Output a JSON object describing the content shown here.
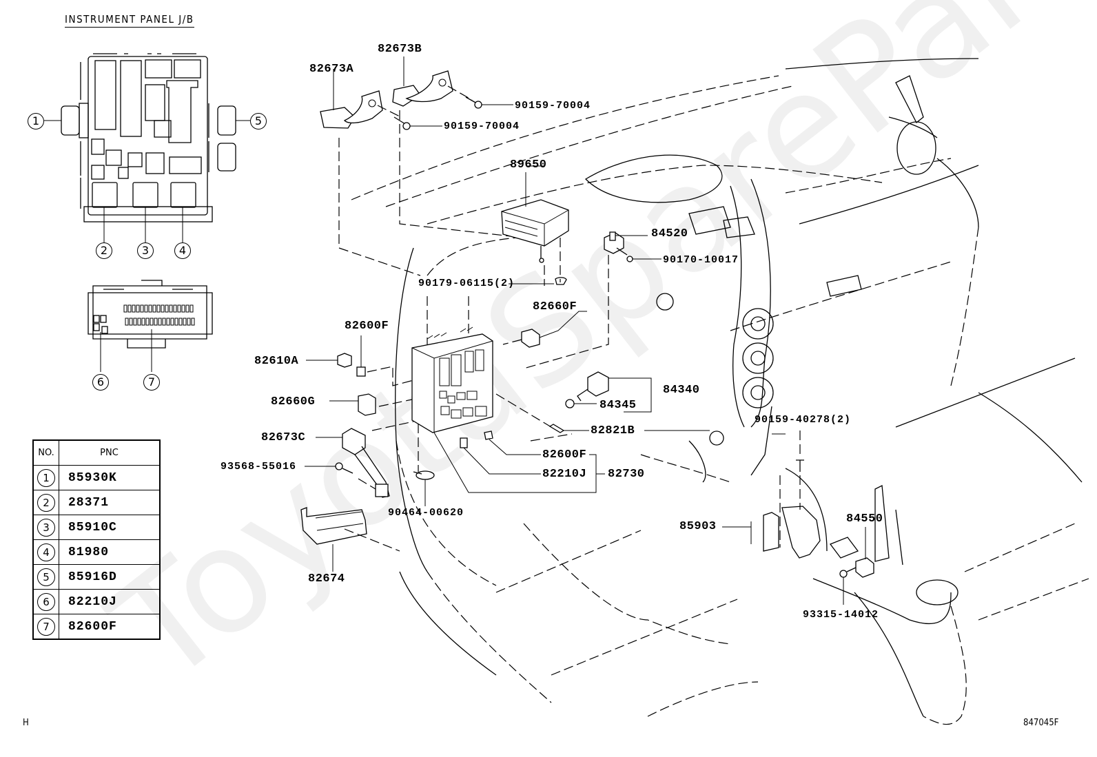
{
  "diagram": {
    "title": "INSTRUMENT PANEL J/B",
    "footer_left": "H",
    "footer_right": "847045F",
    "watermark": "ToyotaSpareParts.ru"
  },
  "callouts": {
    "jb_top": [
      "1",
      "2",
      "3",
      "4",
      "5"
    ],
    "jb_bottom": [
      "6",
      "7"
    ]
  },
  "pnc_table": {
    "headers": {
      "no": "NO.",
      "pnc": "PNC"
    },
    "rows": [
      {
        "no": "1",
        "pnc": "85930K"
      },
      {
        "no": "2",
        "pnc": "28371"
      },
      {
        "no": "3",
        "pnc": "85910C"
      },
      {
        "no": "4",
        "pnc": "81980"
      },
      {
        "no": "5",
        "pnc": "85916D"
      },
      {
        "no": "6",
        "pnc": "82210J"
      },
      {
        "no": "7",
        "pnc": "82600F"
      }
    ]
  },
  "part_labels": {
    "p82673A": "82673A",
    "p82673B": "82673B",
    "p90159_70004_a": "90159-70004",
    "p90159_70004_b": "90159-70004",
    "p89650": "89650",
    "p84520": "84520",
    "p90170_10017": "90170-10017",
    "p90179_06115": "90179-06115(2)",
    "p82660F": "82660F",
    "p82600F_top": "82600F",
    "p82610A": "82610A",
    "p82660G": "82660G",
    "p84340": "84340",
    "p84345": "84345",
    "p82673C": "82673C",
    "p82821B": "82821B",
    "p90159_40278": "90159-40278(2)",
    "p93568_55016": "93568-55016",
    "p82600F_bottom": "82600F",
    "p82210J": "82210J",
    "p82730": "82730",
    "p90464_00620": "90464-00620",
    "p85903": "85903",
    "p84550": "84550",
    "p82674": "82674",
    "p93315_14012": "93315-14012"
  }
}
